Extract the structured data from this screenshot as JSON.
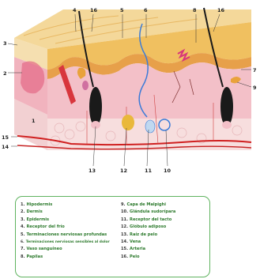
{
  "diagram": {
    "numbers": [
      "1",
      "2",
      "3",
      "4",
      "5",
      "6",
      "7",
      "8",
      "9",
      "10",
      "11",
      "12",
      "13",
      "14",
      "15",
      "16"
    ]
  },
  "legend": {
    "col1": [
      {
        "num": "1.",
        "label": "Hipodermis"
      },
      {
        "num": "2.",
        "label": "Dermis"
      },
      {
        "num": "3.",
        "label": "Epidermis"
      },
      {
        "num": "4.",
        "label": "Receptor del frío"
      },
      {
        "num": "5.",
        "label": "Terminaciones nerviosas profundas"
      },
      {
        "num": "6.",
        "label": "Terminaciones nerviosas sensibles al dolor"
      },
      {
        "num": "7.",
        "label": "Vaso sanguíneo"
      },
      {
        "num": "8.",
        "label": "Papilas"
      }
    ],
    "col2": [
      {
        "num": "9.",
        "label": "Capa de Malpighi"
      },
      {
        "num": "10.",
        "label": "Glándula sudorípara"
      },
      {
        "num": "11.",
        "label": "Receptor del tacto"
      },
      {
        "num": "12.",
        "label": "Glóbulo adiposo"
      },
      {
        "num": "13.",
        "label": "Raíz de pelo"
      },
      {
        "num": "14.",
        "label": "Vena"
      },
      {
        "num": "15.",
        "label": "Arteria"
      },
      {
        "num": "16.",
        "label": "Pelo"
      }
    ]
  },
  "colors": {
    "epidermis": "#f0c060",
    "dermis": "#f3c0c8",
    "hypodermis": "#f7dede",
    "hair": "#1a1a1a",
    "vein": "#3b7bd8",
    "artery": "#d02020",
    "legend_text": "#2d7a2d",
    "legend_border": "#5fb35f"
  }
}
